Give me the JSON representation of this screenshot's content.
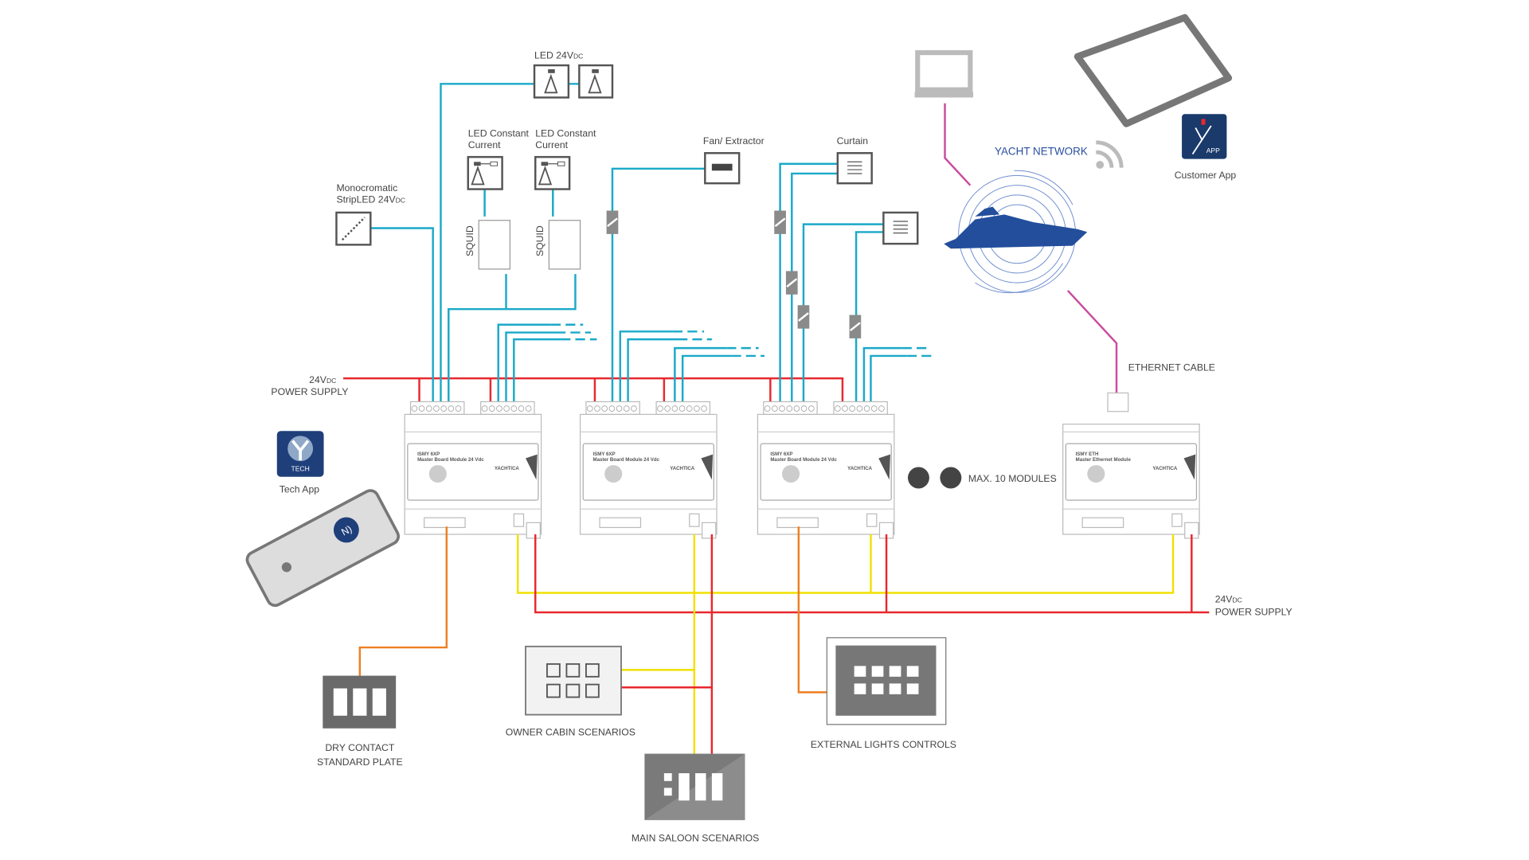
{
  "diagram": {
    "power_supply_left": {
      "voltage": "24V",
      "unit": "DC",
      "label": "POWER SUPPLY"
    },
    "power_supply_right": {
      "voltage": "24V",
      "unit": "DC",
      "label": "POWER SUPPLY"
    },
    "devices": {
      "led_24v": {
        "label": "LED 24V",
        "unit": "DC"
      },
      "led_cc_1": {
        "line1": "LED Constant",
        "line2": "Current"
      },
      "led_cc_2": {
        "line1": "LED Constant",
        "line2": "Current"
      },
      "squid_1": "SQUID",
      "squid_2": "SQUID",
      "strip_led": {
        "line1": "Monocromatic",
        "line2": "StripLED 24V",
        "unit": "DC"
      },
      "fan": "Fan/ Extractor",
      "curtain": "Curtain"
    },
    "modules": [
      {
        "model": "ISMY 6XP",
        "sub": "Master Board Module 24 Vdc",
        "brand": "YACHTICA"
      },
      {
        "model": "ISMY 6XP",
        "sub": "Master Board Module 24 Vdc",
        "brand": "YACHTICA"
      },
      {
        "model": "ISMY 6XP",
        "sub": "Master Board Module 24 Vdc",
        "brand": "YACHTICA"
      },
      {
        "model": "ISMY ETH",
        "sub": "Master Ethernet Module",
        "brand": "YACHTICA"
      }
    ],
    "max_modules": "MAX. 10 MODULES",
    "network": {
      "title": "YACHT NETWORK",
      "ethernet": "ETHERNET CABLE",
      "customer_app": "Customer App",
      "app_icon_text": "APP",
      "tech_app": "Tech App",
      "tech_icon_text": "TECH"
    },
    "controls": {
      "dry_contact": {
        "line1": "DRY CONTACT",
        "line2": "STANDARD PLATE"
      },
      "owner_cabin": "OWNER CABIN SCENARIOS",
      "main_saloon": "MAIN SALOON SCENARIOS",
      "external_lights": "EXTERNAL LIGHTS CONTROLS"
    },
    "colors": {
      "data_bus": "#1aa9c8",
      "power": "#e8282e",
      "bus_ab": "#f2e000",
      "dry_contact": "#ee7f23",
      "ethernet": "#c94c9e",
      "brand": "#1f3f7a"
    }
  }
}
